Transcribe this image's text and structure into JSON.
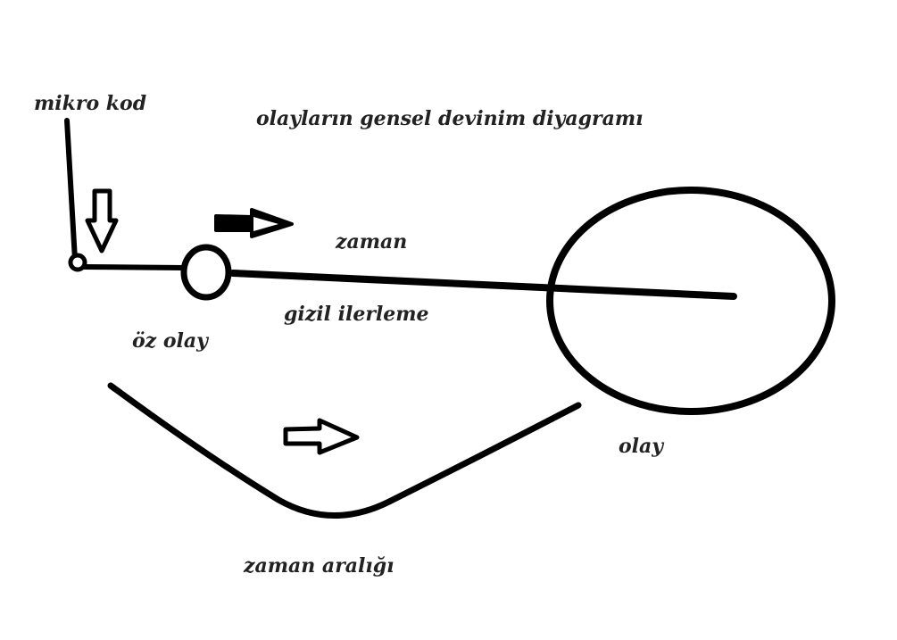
{
  "title": "olayların gensel devinim diyagramı",
  "labels": {
    "micro_code": "mikro kod",
    "time": "zaman",
    "latent_progress": "gizil ilerleme",
    "self_event": "öz olay",
    "event": "olay",
    "time_interval": "zaman aralığı"
  },
  "colors": {
    "ink": "#000000",
    "text": "#222222",
    "background": "#ffffff"
  }
}
